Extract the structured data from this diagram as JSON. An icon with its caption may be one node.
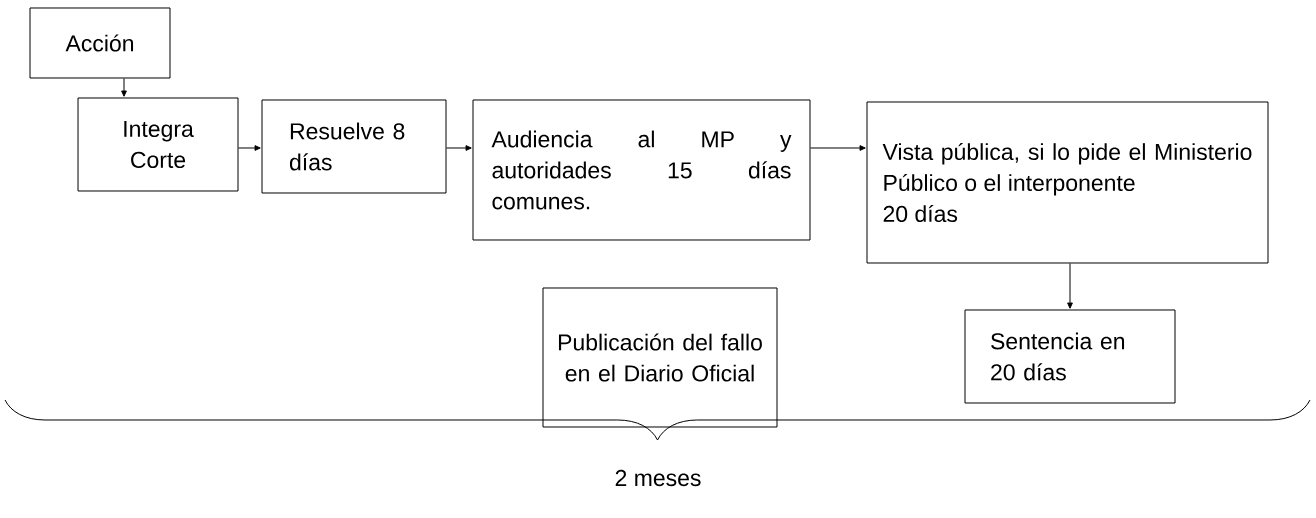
{
  "diagram": {
    "nodes": [
      {
        "text": [
          "Acción"
        ]
      },
      {
        "text": [
          "Integra Corte"
        ]
      },
      {
        "text": [
          "Resuelve 8 días"
        ]
      },
      {
        "text": [
          "Audiencia al MP y autoridades 15 días comunes."
        ]
      },
      {
        "text": [
          "Vista pública, si lo pide el Ministerio Público o el interponente",
          "20 días"
        ]
      },
      {
        "text": [
          "Publicación del fallo en el Diario Oficial"
        ]
      },
      {
        "text": [
          "Sentencia en 20 días"
        ]
      }
    ],
    "edges": [
      {
        "from": 0,
        "to": 1,
        "arrow": "to"
      },
      {
        "from": 1,
        "to": 2,
        "arrow": "to"
      },
      {
        "from": 2,
        "to": 3,
        "arrow": "to"
      },
      {
        "from": 3,
        "to": 4,
        "arrow": "to"
      },
      {
        "from": 4,
        "to": 6,
        "arrow": "to"
      }
    ],
    "labels": [
      "2 meses"
    ]
  }
}
